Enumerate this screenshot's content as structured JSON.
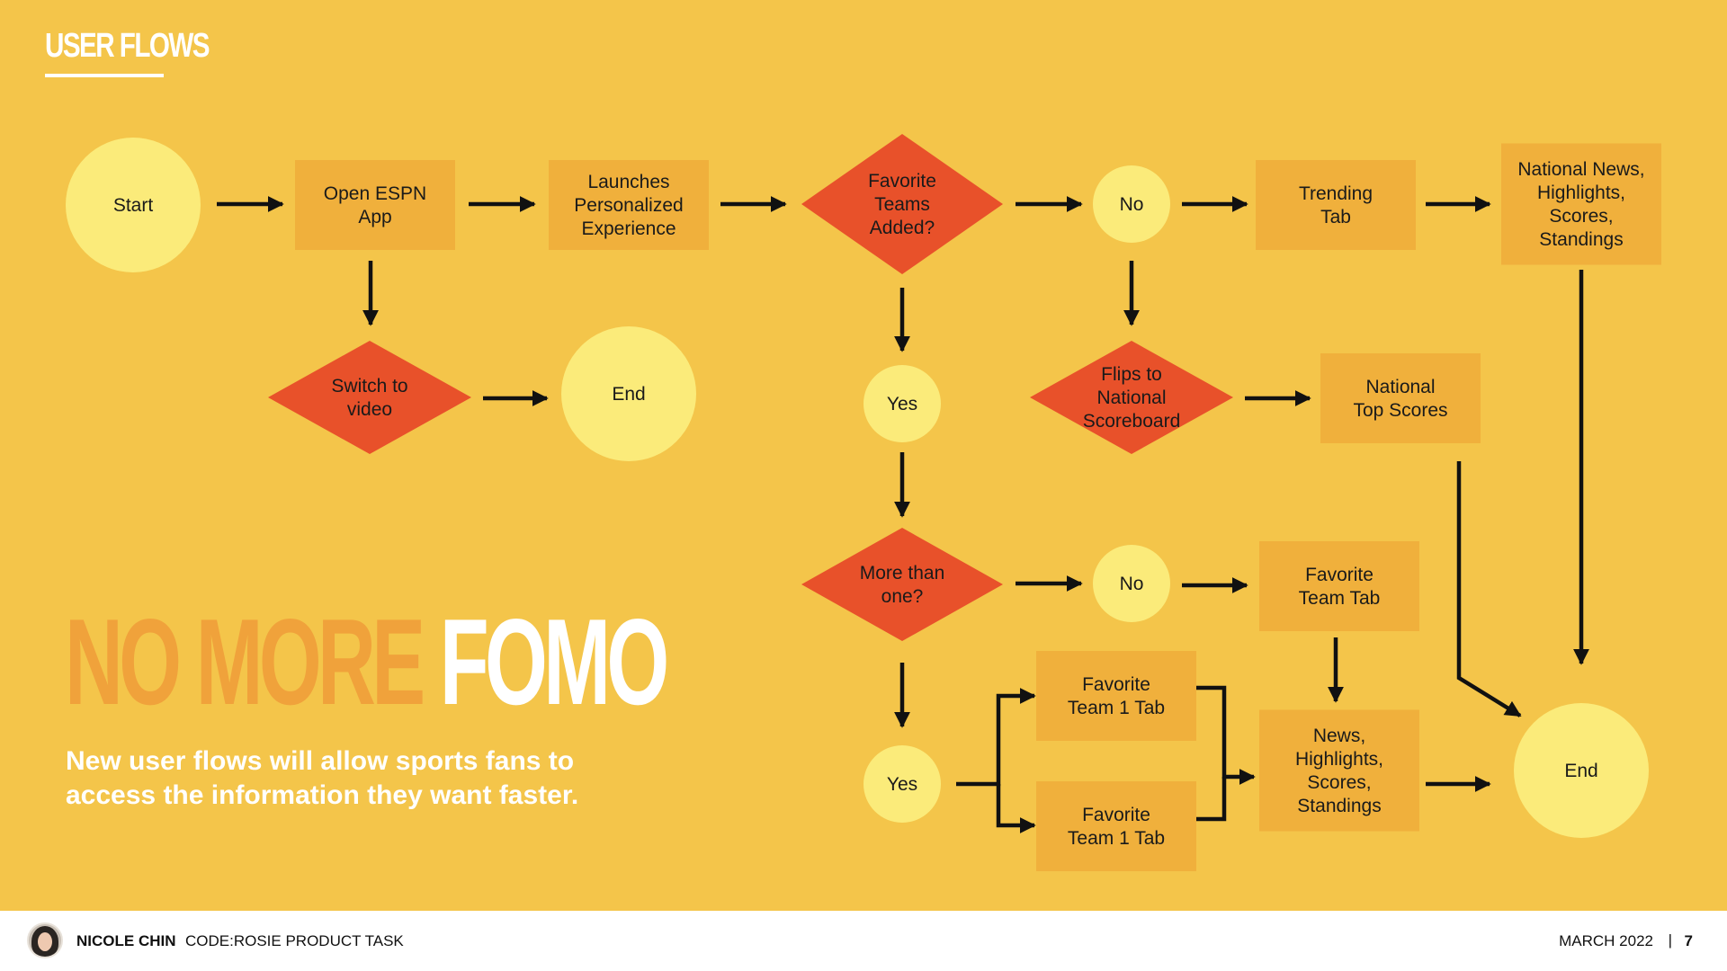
{
  "header": {
    "section_title": "USER FLOWS"
  },
  "headline": {
    "part1": "NO MORE",
    "part2": "FOMO"
  },
  "subtext": "New user flows will allow sports fans to access the information they want faster.",
  "colors": {
    "background": "#F4C54A",
    "process": "#F0B03C",
    "decision": "#E8512A",
    "terminal": "#FBEB7A",
    "accent_text": "#F0A23B",
    "white": "#ffffff"
  },
  "flow": {
    "nodes": [
      {
        "id": "start",
        "shape": "terminal",
        "label": [
          "Start"
        ]
      },
      {
        "id": "open-espn-app",
        "shape": "process",
        "label": [
          "Open ESPN",
          "App"
        ]
      },
      {
        "id": "launches-personalized",
        "shape": "process",
        "label": [
          "Launches",
          "Personalized",
          "Experience"
        ]
      },
      {
        "id": "favorite-teams-added",
        "shape": "decision",
        "label": [
          "Favorite",
          "Teams",
          "Added?"
        ]
      },
      {
        "id": "no-1",
        "shape": "terminal",
        "label": [
          "No"
        ]
      },
      {
        "id": "trending-tab",
        "shape": "process",
        "label": [
          "Trending",
          "Tab"
        ]
      },
      {
        "id": "national-news",
        "shape": "process",
        "label": [
          "National News,",
          "Highlights,",
          "Scores,",
          "Standings"
        ]
      },
      {
        "id": "switch-to-video",
        "shape": "decision",
        "label": [
          "Switch to",
          "video"
        ]
      },
      {
        "id": "end-1",
        "shape": "terminal",
        "label": [
          "End"
        ]
      },
      {
        "id": "yes-1",
        "shape": "terminal",
        "label": [
          "Yes"
        ]
      },
      {
        "id": "flips-to-national",
        "shape": "decision",
        "label": [
          "Flips to",
          "National",
          "Scoreboard"
        ]
      },
      {
        "id": "national-top-scores",
        "shape": "process",
        "label": [
          "National",
          "Top Scores"
        ]
      },
      {
        "id": "more-than-one",
        "shape": "decision",
        "label": [
          "More than",
          "one?"
        ]
      },
      {
        "id": "no-2",
        "shape": "terminal",
        "label": [
          "No"
        ]
      },
      {
        "id": "favorite-team-tab",
        "shape": "process",
        "label": [
          "Favorite",
          "Team Tab"
        ]
      },
      {
        "id": "favorite-team-1-tab-a",
        "shape": "process",
        "label": [
          "Favorite",
          "Team 1 Tab"
        ]
      },
      {
        "id": "favorite-team-1-tab-b",
        "shape": "process",
        "label": [
          "Favorite",
          "Team 1 Tab"
        ]
      },
      {
        "id": "yes-2",
        "shape": "terminal",
        "label": [
          "Yes"
        ]
      },
      {
        "id": "news-highlights",
        "shape": "process",
        "label": [
          "News,",
          "Highlights,",
          "Scores,",
          "Standings"
        ]
      },
      {
        "id": "end-2",
        "shape": "terminal",
        "label": [
          "End"
        ]
      }
    ],
    "edges": [
      {
        "from": "start",
        "to": "open-espn-app"
      },
      {
        "from": "open-espn-app",
        "to": "launches-personalized"
      },
      {
        "from": "launches-personalized",
        "to": "favorite-teams-added"
      },
      {
        "from": "favorite-teams-added",
        "to": "no-1"
      },
      {
        "from": "no-1",
        "to": "trending-tab"
      },
      {
        "from": "trending-tab",
        "to": "national-news"
      },
      {
        "from": "open-espn-app",
        "to": "switch-to-video"
      },
      {
        "from": "switch-to-video",
        "to": "end-1"
      },
      {
        "from": "favorite-teams-added",
        "to": "yes-1"
      },
      {
        "from": "no-1",
        "to": "flips-to-national"
      },
      {
        "from": "flips-to-national",
        "to": "national-top-scores"
      },
      {
        "from": "yes-1",
        "to": "more-than-one"
      },
      {
        "from": "more-than-one",
        "to": "no-2"
      },
      {
        "from": "no-2",
        "to": "favorite-team-tab"
      },
      {
        "from": "more-than-one",
        "to": "yes-2"
      },
      {
        "from": "yes-2",
        "to": "favorite-team-1-tab-a"
      },
      {
        "from": "yes-2",
        "to": "favorite-team-1-tab-b"
      },
      {
        "from": "favorite-team-1-tab-a",
        "to": "news-highlights"
      },
      {
        "from": "favorite-team-1-tab-b",
        "to": "news-highlights"
      },
      {
        "from": "favorite-team-tab",
        "to": "news-highlights"
      },
      {
        "from": "news-highlights",
        "to": "end-2"
      },
      {
        "from": "national-top-scores",
        "to": "end-2"
      },
      {
        "from": "national-news",
        "to": "end-2"
      }
    ]
  },
  "footer": {
    "author": "NICOLE CHIN",
    "task": "CODE:ROSIE PRODUCT TASK",
    "date": "MARCH 2022",
    "separator": "|",
    "page": "7"
  }
}
